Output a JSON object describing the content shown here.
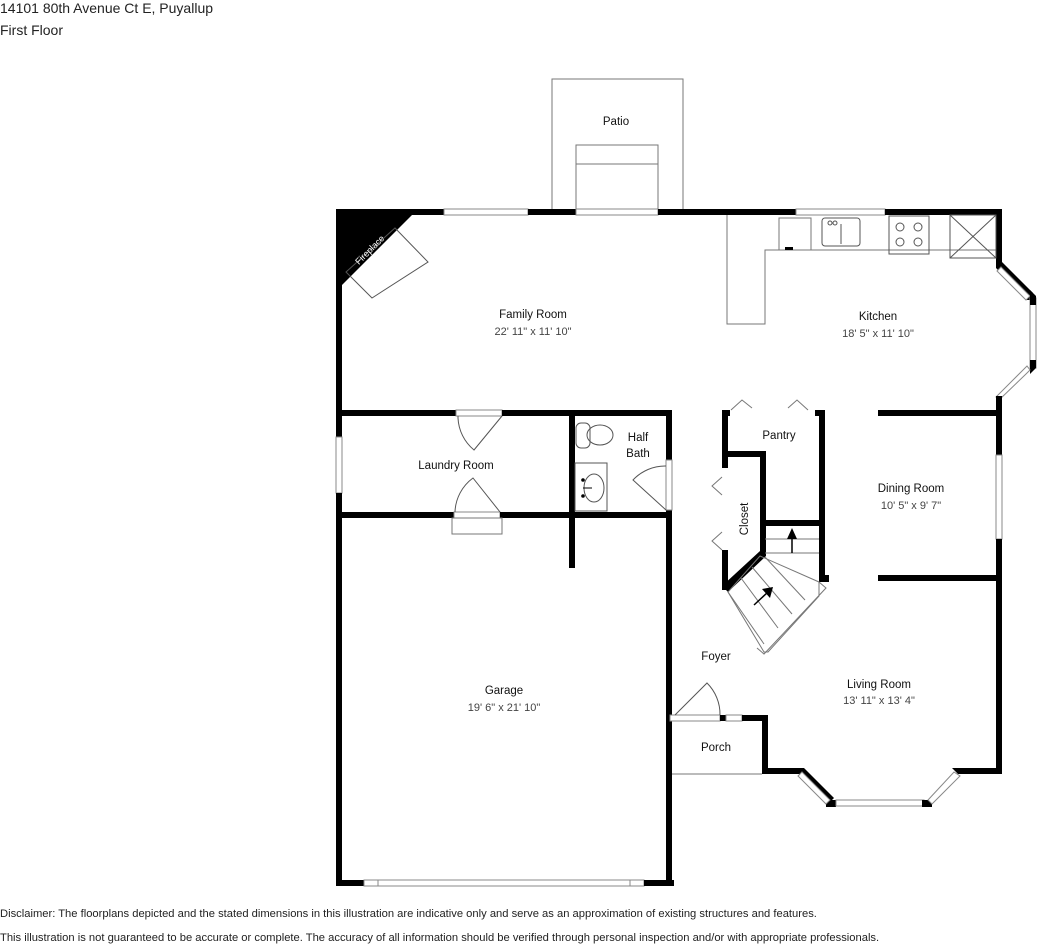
{
  "header": {
    "address": "14101 80th Avenue Ct E, Puyallup",
    "floor": "First Floor"
  },
  "rooms": {
    "patio": {
      "label": "Patio"
    },
    "fireplace": {
      "label": "Fireplace"
    },
    "family_room": {
      "label": "Family Room",
      "dimensions": "22' 11\" x 11' 10\""
    },
    "kitchen": {
      "label": "Kitchen",
      "dimensions": "18' 5\" x 11' 10\""
    },
    "laundry_room": {
      "label": "Laundry Room"
    },
    "half_bath": {
      "label_line1": "Half",
      "label_line2": "Bath"
    },
    "pantry": {
      "label": "Pantry"
    },
    "closet": {
      "label": "Closet"
    },
    "dining_room": {
      "label": "Dining Room",
      "dimensions": "10' 5\" x 9' 7\""
    },
    "foyer": {
      "label": "Foyer"
    },
    "living_room": {
      "label": "Living Room",
      "dimensions": "13' 11\" x 13' 4\""
    },
    "porch": {
      "label": "Porch"
    },
    "garage": {
      "label": "Garage",
      "dimensions": "19' 6\" x 21' 10\""
    }
  },
  "disclaimer": {
    "line1": "Disclaimer: The floorplans depicted and the stated dimensions in this illustration are indicative only and serve as an approximation of existing structures and features.",
    "line2": "This illustration is not guaranteed to be accurate or complete. The accuracy of all information should be verified through personal inspection and/or with appropriate professionals."
  }
}
